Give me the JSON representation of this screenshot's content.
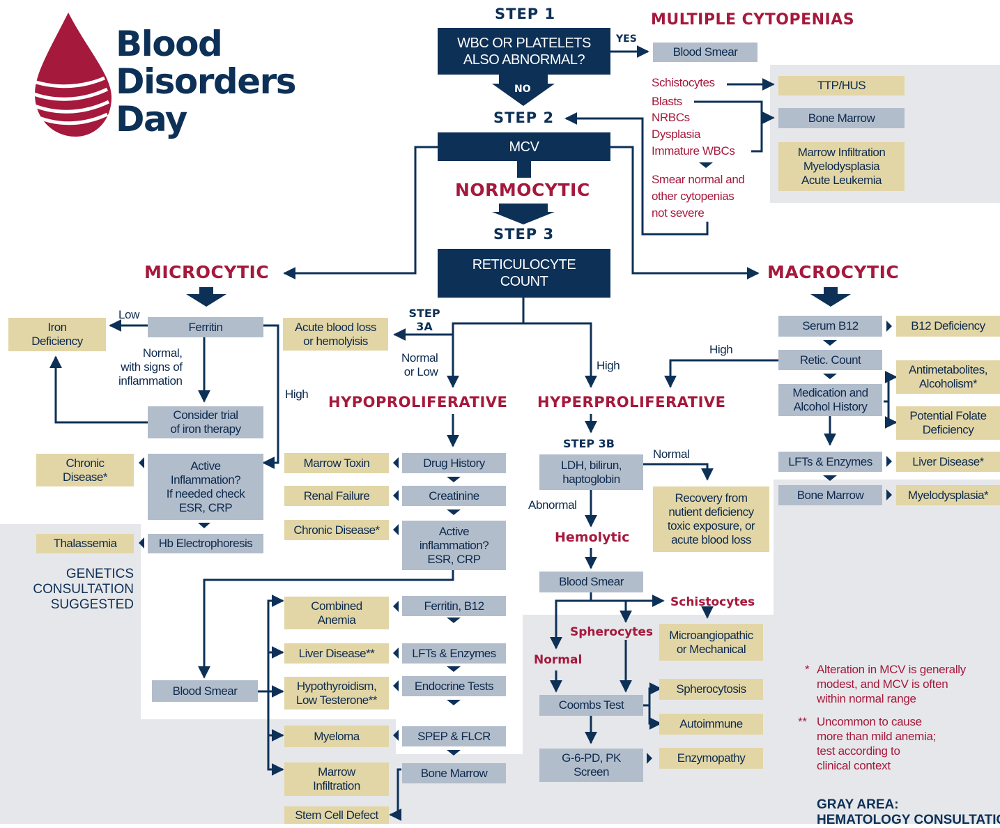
{
  "logo": {
    "line1": "Blood",
    "line2": "Disorders",
    "line3": "Day"
  },
  "steps": {
    "step1": "STEP 1",
    "step2": "STEP 2",
    "step3": "STEP 3",
    "step3a": "STEP\n3A",
    "step3b": "STEP 3B"
  },
  "navy": {
    "wbc": "WBC OR PLATELETS\nALSO ABNORMAL?",
    "mcv": "MCV",
    "retic": "RETICULOCYTE\nCOUNT"
  },
  "arrow_labels": {
    "yes": "YES",
    "no": "NO"
  },
  "headings": {
    "multiple": "MULTIPLE CYTOPENIAS",
    "normocytic": "NORMOCYTIC",
    "microcytic": "MICROCYTIC",
    "macrocytic": "MACROCYTIC",
    "hypo": "HYPOPROLIFERATIVE",
    "hyper": "HYPERPROLIFERATIVE",
    "hemolytic": "Hemolytic",
    "schisto2": "Schistocytes",
    "sphero": "Spherocytes",
    "normal2": "Normal"
  },
  "cytopenia": {
    "smear": "Blood Smear",
    "schistocytes": "Schistocytes",
    "blasts": "Blasts",
    "nrbcs": "NRBCs",
    "dysplasia": "Dysplasia",
    "immature": "Immature WBCs",
    "smear_normal": "Smear normal and\nother cytopenias\nnot severe",
    "ttp": "TTP/HUS",
    "marrow": "Bone Marrow",
    "infiltration": "Marrow Infiltration\nMyelodysplasia\nAcute Leukemia"
  },
  "micro": {
    "ferritin": "Ferritin",
    "low": "Low",
    "iron_def": "Iron\nDeficiency",
    "normal_signs": "Normal,\nwith signs of\ninflammation",
    "high": "High",
    "trial": "Consider trial\nof iron therapy",
    "chronic": "Chronic\nDisease*",
    "active": "Active\nInflammation?\nIf needed check\nESR, CRP",
    "thalassemia": "Thalassemia",
    "hb_electro": "Hb Electrophoresis",
    "genetics": "GENETICS\nCONSULTATION\nSUGGESTED"
  },
  "retic_branch": {
    "acute_loss": "Acute blood loss\nor hemolyisis",
    "normal_low": "Normal\nor Low",
    "high": "High"
  },
  "hypo": {
    "drug": "Drug History",
    "marrow_toxin": "Marrow Toxin",
    "creatinine": "Creatinine",
    "renal": "Renal Failure",
    "active": "Active\ninflammation?\nESR, CRP",
    "chronic": "Chronic Disease*",
    "ferritin_b12": "Ferritin, B12",
    "combined": "Combined\nAnemia",
    "lfts": "LFTs & Enzymes",
    "liver": "Liver Disease**",
    "endocrine": "Endocrine Tests",
    "hypothyroid": "Hypothyroidism,\nLow Testerone**",
    "spep": "SPEP & FLCR",
    "myeloma": "Myeloma",
    "bone_marrow": "Bone Marrow",
    "marrow_infil": "Marrow\nInfiltration",
    "stem": "Stem Cell Defect",
    "blood_smear": "Blood Smear"
  },
  "hyper": {
    "ldh": "LDH, bilirun,\nhaptoglobin",
    "normal": "Normal",
    "abnormal": "Abnormal",
    "recovery": "Recovery from\nnutient deficiency\ntoxic exposure, or\nacute blood loss",
    "smear": "Blood Smear",
    "micro": "Microangiopathic\nor Mechanical",
    "coombs": "Coombs Test",
    "spherocytosis": "Spherocytosis",
    "autoimmune": "Autoimmune",
    "g6pd": "G-6-PD, PK\nScreen",
    "enzymopathy": "Enzymopathy"
  },
  "macro": {
    "b12": "Serum B12",
    "b12_def": "B12 Deficiency",
    "retic": "Retic. Count",
    "high": "High",
    "med": "Medication and\nAlcohol History",
    "anti": "Antimetabolites,\nAlcoholism*",
    "folate": "Potential Folate\nDeficiency",
    "lfts": "LFTs & Enzymes",
    "liver": "Liver Disease*",
    "bone": "Bone Marrow",
    "myelo": "Myelodysplasia*"
  },
  "notes": {
    "note1_mark": "*",
    "note1": "Alteration in MCV is generally\nmodest, and MCV is often\nwithin normal range",
    "note2_mark": "**",
    "note2": "Uncommon to cause\nmore than mild anemia;\ntest according to\nclinical context",
    "gray_area": "GRAY AREA:\nHEMATOLOGY CONSULTATIO"
  },
  "colors": {
    "navy": "#0d3057",
    "red": "#a5193c",
    "tan": "#e2d6a7",
    "blue": "#b2bdcc",
    "gray": "#e6e7ea"
  }
}
